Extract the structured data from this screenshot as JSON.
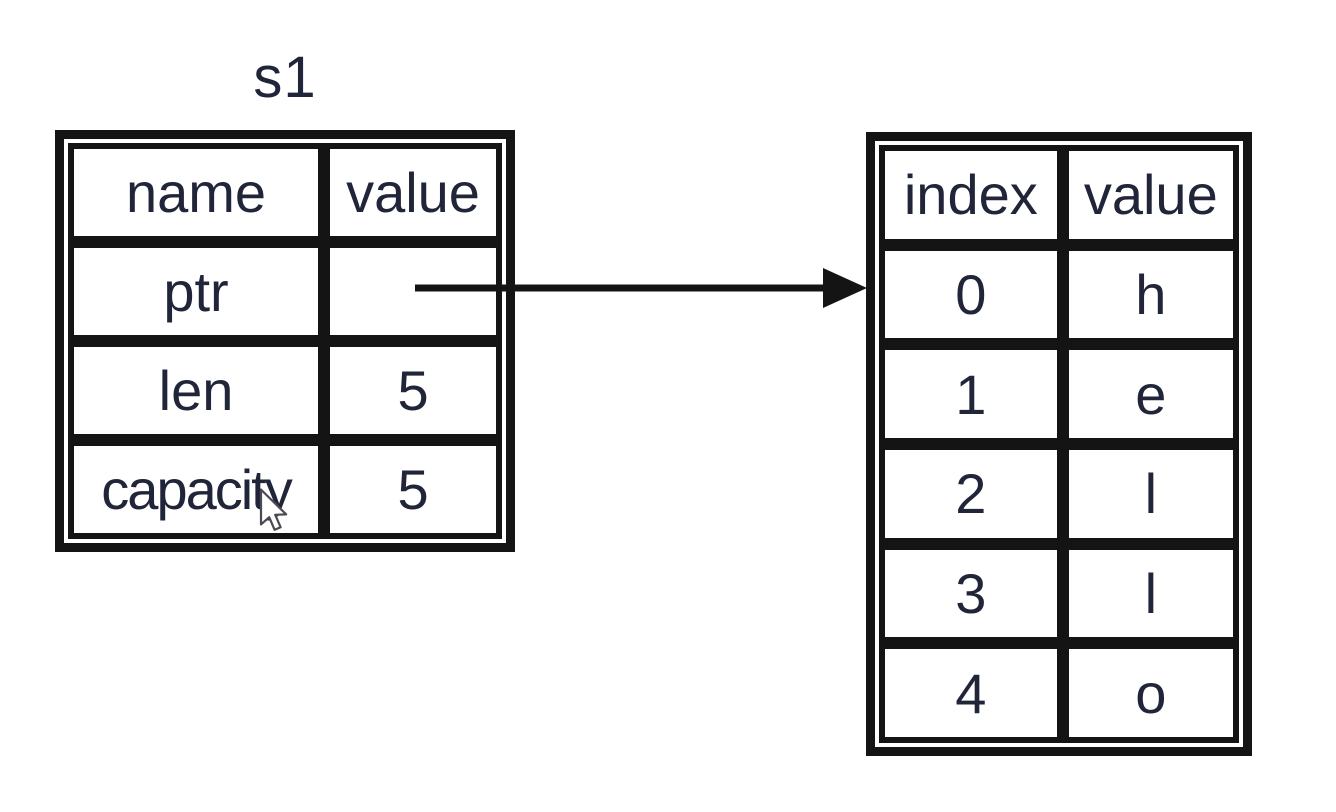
{
  "colors": {
    "border": "#141414",
    "text": "#212539",
    "background": "#ffffff"
  },
  "stack_table": {
    "title": "s1",
    "headers": [
      "name",
      "value"
    ],
    "rows": [
      [
        "ptr",
        ""
      ],
      [
        "len",
        "5"
      ],
      [
        "capacity",
        "5"
      ]
    ]
  },
  "heap_table": {
    "headers": [
      "index",
      "value"
    ],
    "rows": [
      [
        "0",
        "h"
      ],
      [
        "1",
        "e"
      ],
      [
        "2",
        "l"
      ],
      [
        "3",
        "l"
      ],
      [
        "4",
        "o"
      ]
    ]
  },
  "pointer_arrow": {
    "from": "ptr value cell",
    "to": "heap index 0"
  },
  "icons": {
    "pointer_arrow": "right-arrow",
    "cursor": "mouse-pointer"
  }
}
